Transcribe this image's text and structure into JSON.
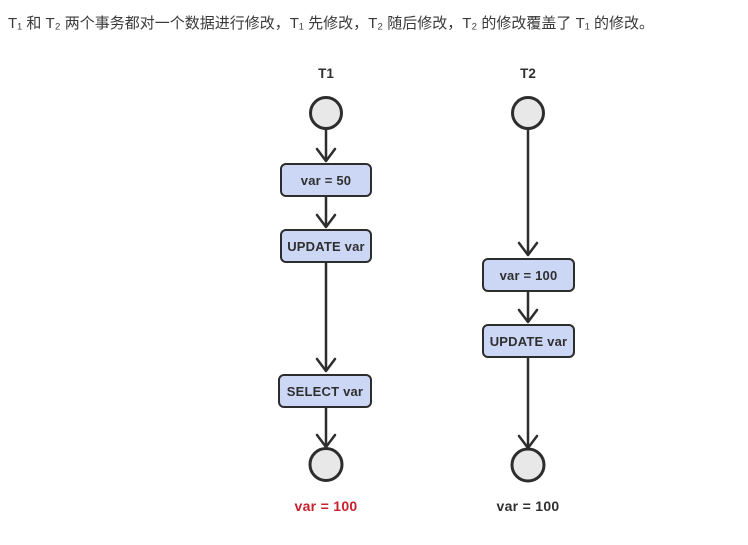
{
  "caption": "T₁ 和 T₂ 两个事务都对一个数据进行修改，T₁ 先修改，T₂ 随后修改，T₂ 的修改覆盖了 T₁ 的修改。",
  "colors": {
    "background": "#ffffff",
    "node_fill": "#ccd7f6",
    "node_border": "#2d2d2d",
    "state_circle_fill": "#e8e8e8",
    "arrow": "#2d2d2d",
    "text": "#2f2f2f",
    "result_red": "#c9202d"
  },
  "diagram": {
    "lanes": [
      {
        "label": "T1",
        "steps": [
          "var = 50",
          "UPDATE var",
          "SELECT var"
        ],
        "result": "var = 100",
        "result_emphasis": "red"
      },
      {
        "label": "T2",
        "steps": [
          "var = 100",
          "UPDATE var"
        ],
        "result": "var = 100",
        "result_emphasis": "normal"
      }
    ]
  }
}
